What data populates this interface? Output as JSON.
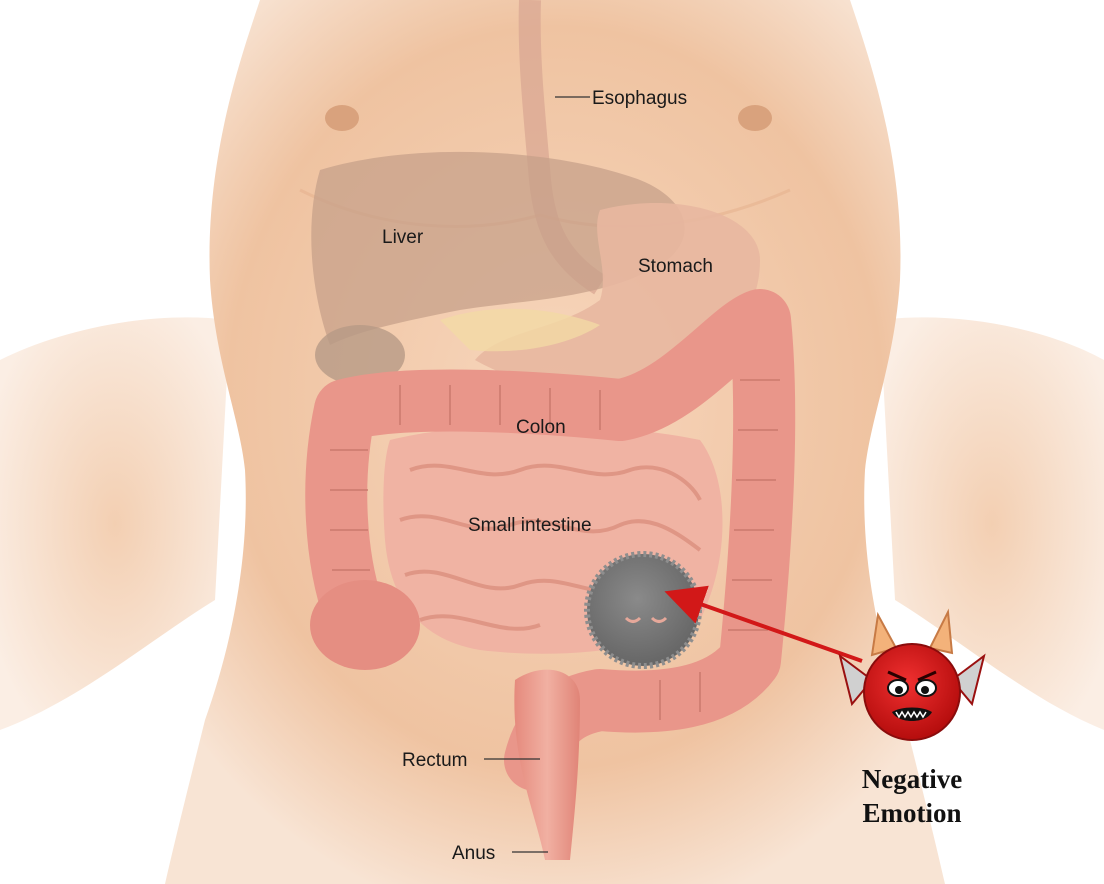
{
  "labels": {
    "esophagus": "Esophagus",
    "liver": "Liver",
    "stomach": "Stomach",
    "colon": "Colon",
    "small_intestine": "Small intestine",
    "rectum": "Rectum",
    "anus": "Anus"
  },
  "callout": {
    "line1": "Negative",
    "line2": "Emotion"
  },
  "colors": {
    "skin": "#f2c9a6",
    "colon": "#e9968a",
    "small_intestine": "#f0b3a3",
    "liver": "#c9a08a",
    "stomach": "#e8b7a0",
    "mass": "#7a7a7a",
    "arrow": "#d21818",
    "devil": "#e01818",
    "horn": "#f3b27a"
  }
}
